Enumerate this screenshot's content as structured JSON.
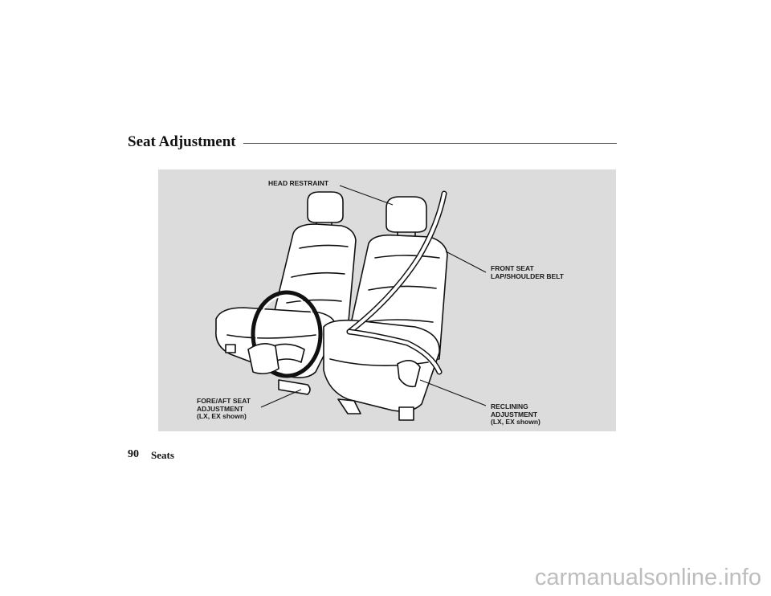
{
  "page": {
    "title": "Seat Adjustment",
    "page_number": "90",
    "section": "Seats"
  },
  "figure": {
    "labels": {
      "head_restraint": "HEAD RESTRAINT",
      "belt": [
        "FRONT SEAT",
        "LAP/SHOULDER BELT"
      ],
      "fore_aft": [
        "FORE/AFT SEAT",
        "ADJUSTMENT",
        "(LX, EX shown)"
      ],
      "reclining": [
        "RECLINING",
        "ADJUSTMENT",
        "(LX, EX shown)"
      ]
    }
  },
  "watermark": "carmanualsonline.info",
  "colors": {
    "panel": "#dcdcdc",
    "seat_fill": "#ffffff",
    "outline": "#111111",
    "watermark": "#bdbdbd"
  }
}
